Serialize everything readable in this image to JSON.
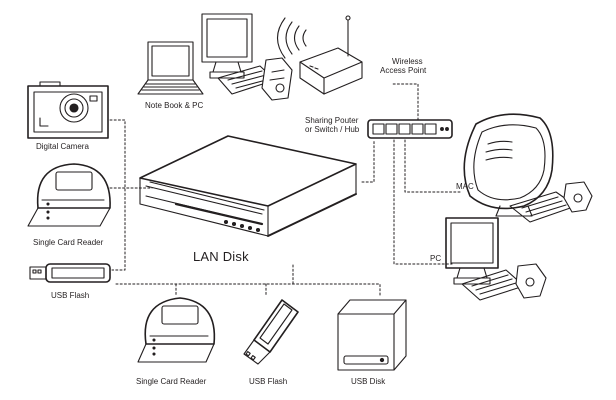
{
  "labels": {
    "notebook_pc": "Note Book & PC",
    "wireless_ap_line1": "Wireless",
    "wireless_ap_line2": "Access Point",
    "router_line1": "Sharing Pouter",
    "router_line2": "or Switch / Hub",
    "digital_camera": "Digital Camera",
    "single_card_reader_left": "Single Card Reader",
    "usb_flash_left": "USB Flash",
    "lan_disk": "LAN Disk",
    "mac": "MAC",
    "pc": "PC",
    "single_card_reader_bottom": "Single Card Reader",
    "usb_flash_bottom": "USB Flash",
    "usb_disk": "USB Disk"
  },
  "colors": {
    "line": "#231f20",
    "fill": "#ffffff",
    "shade": "#e6e6e6"
  }
}
